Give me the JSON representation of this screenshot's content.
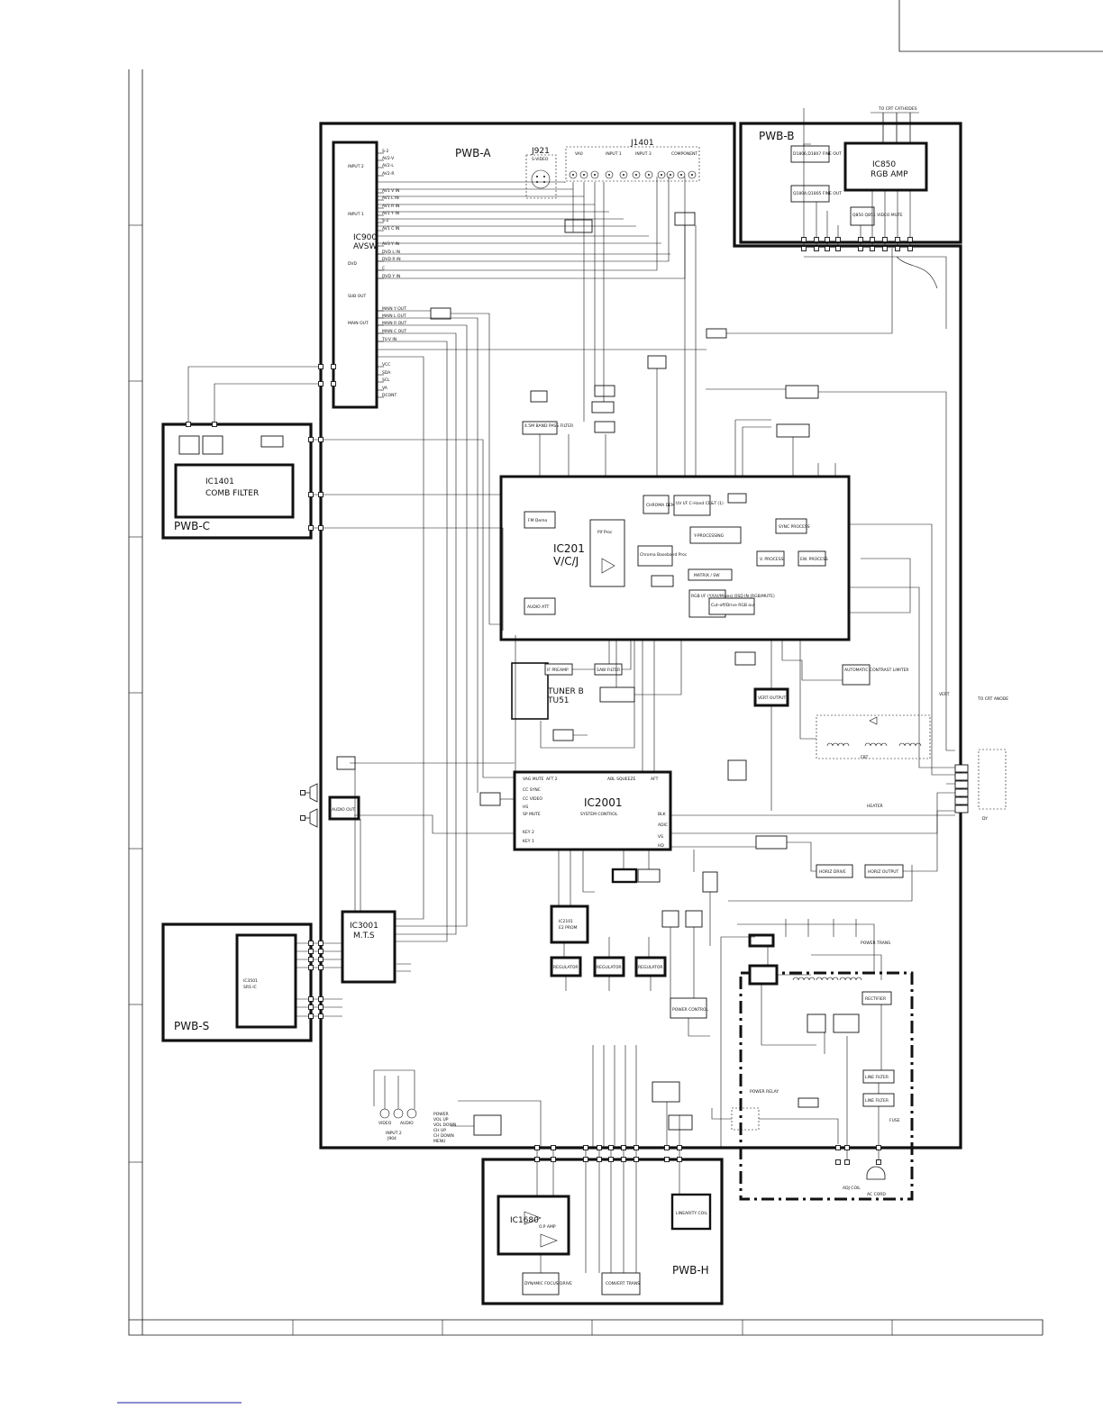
{
  "boards": {
    "pwb_a": "PWB-A",
    "pwb_b": "PWB-B",
    "pwb_c": "PWB-C",
    "pwb_s": "PWB-S",
    "pwb_h": "PWB-H"
  },
  "ics": {
    "ic900": "IC900",
    "ic900_sub": "AVSW",
    "ic201": "IC201",
    "ic201_sub": "V/C/J",
    "ic2001": "IC2001",
    "ic2001_sub": "SYSTEM CONTROL",
    "ic1401": "IC1401",
    "ic1401_sub": "COMB FILTER",
    "ic850": "IC850",
    "ic850_sub": "RGB AMP",
    "ic3001": "IC3001",
    "ic3001_sub": "M.T.S",
    "ic3501": "IC3501",
    "ic3501_sub": "SRS IC",
    "ic1680": "IC1680",
    "ic1680_sub": "O.P AMP",
    "ic2101": "IC2101",
    "ic2101_sub": "E2 PROM",
    "tuner": "TUNER B",
    "tuner_sub": "TU51"
  },
  "connectors": {
    "j921": "J921",
    "j921_sub": "S-VIDEO",
    "j1401": "J1401",
    "jacks": [
      "VA0",
      "INPUT 1",
      "INPUT 3",
      "COMPONENT"
    ],
    "jacks_bottom_title": "INPUT 2",
    "jacks_bottom_id": "J904",
    "jacks_bottom_labels": [
      "VIDEO",
      "AUDIO"
    ]
  },
  "ic900_pins": [
    "S-2",
    "AV2-V",
    "AV2-L",
    "AV2-R",
    "AV1 V IN",
    "AV1 L IN",
    "AV1 R IN",
    "AV1 Y IN",
    "S-2",
    "AV1 C IN",
    "AV3 Y IN",
    "DVD L IN",
    "DVD R IN",
    "C",
    "DVD Y IN",
    "MAIN Y OUT",
    "MAIN L OUT",
    "MAIN R OUT",
    "MAIN C OUT",
    "TV-V IN",
    "VCC",
    "SDA",
    "SCL",
    "VA",
    "DCONT"
  ],
  "ic900_groups": [
    "INPUT 2",
    "INPUT 1",
    "DVD",
    "SUB OUT",
    "MAIN OUT"
  ],
  "ic201_blocks": [
    "FM Demo",
    "AUDIO ATT",
    "Pif Proc",
    "CHROMA DEMO",
    "Chroma Baseband Proc",
    "UV I/F C-Hand CE&T (1)",
    "Y-PROCESSING",
    "MATRIX / SW",
    "RGB I/F (Y/UV/Mixes) OSD IN (RGB/MUTE)",
    "Cut-off/Drive RGB out",
    "SYNC PROCESS",
    "V. PROCESS",
    "EW. PROCESS"
  ],
  "ic2001_pins": [
    "VAG MUTE",
    "AFT 2",
    "CC SYNC",
    "CC VIDEO",
    "HS",
    "SP MUTE",
    "KEY 2",
    "KEY 1",
    "ABL SQUEEZE",
    "AFT",
    "BLK",
    "ADIC",
    "VS",
    "HD"
  ],
  "blocks": {
    "rgb_amp_pre": "D1806,D1807 FINE OUT",
    "fine_out2": "Q1804,Q1805 FINE OUT",
    "video_mute": "Q850 Q851 VIDEO MUTE",
    "to_crt": "TO CRT CATHODES",
    "hv": "HEATER",
    "fbt": "FBT",
    "horiz_drive": "HORIZ DRIVE",
    "horiz_output": "HORIZ OUTPUT",
    "vert_output": "VERT OUTPUT",
    "power_trans": "POWER TRANS",
    "rectifier": "RECTIFIER",
    "line_filter": "LINE FILTER",
    "fuse": "FUSE",
    "power_relay": "POWER RELAY",
    "ac_cord": "AC CORD",
    "adj_coil": "ADJ COIL",
    "linearity_coil": "LINEARITY COIL",
    "convergence": "CONVERT TRANS",
    "dynamic_focus": "DYNAMIC FOCUS DRIVE",
    "audio_out": "AUDIO OUT",
    "system_reg": "REGULATOR",
    "pow_control": "POWER CONTROL",
    "saw_filter": "SAW FILTER",
    "if_preamp": "IF PREAMP",
    "band_pass": "4.5M BAND PASS FILTER",
    "auto_contrast": "AUTOMATIC CONTRAST LIMITER",
    "to_crt_anode": "TO CRT ANODE",
    "vert_label": "VERT",
    "heater": "HEATER",
    "dy": "DY"
  },
  "front_panel": [
    "POWER",
    "VOL UP",
    "VOL DOWN",
    "CH UP",
    "CH DOWN",
    "MENU"
  ],
  "footer_cells": [
    "",
    "",
    "",
    "",
    "",
    ""
  ]
}
